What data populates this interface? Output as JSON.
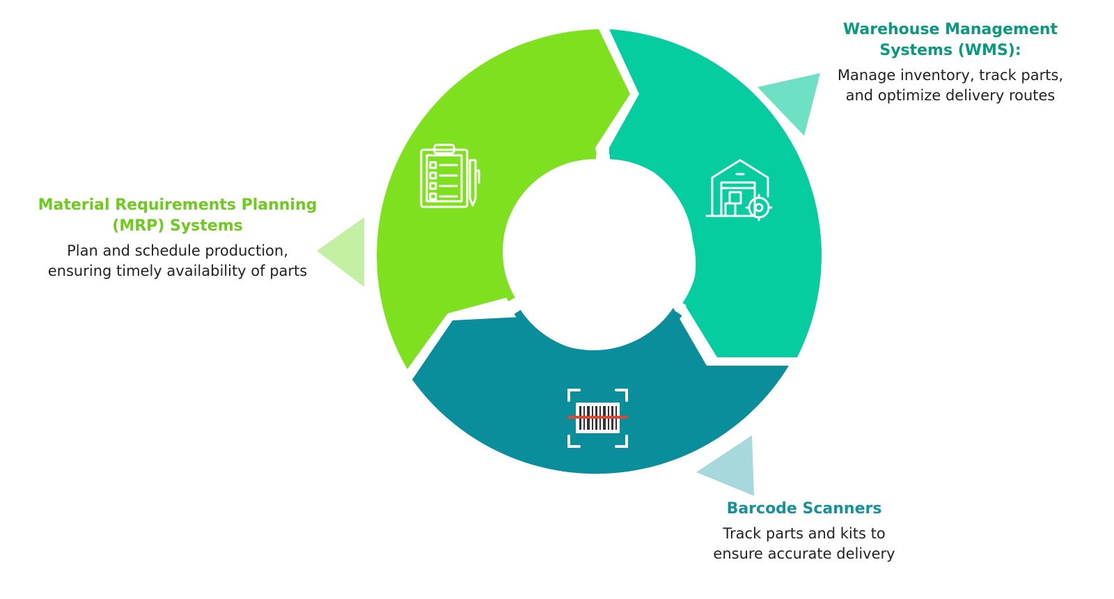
{
  "colors": {
    "mrp": "#7ee01f",
    "mrp_pointer": "#c4f0a4",
    "mrp_title": "#6ccb1c",
    "wms": "#06cda0",
    "wms_pointer": "#6ee0c4",
    "wms_title": "#079a7c",
    "barcode": "#0b8e9b",
    "barcode_pointer": "#a6d8dc",
    "barcode_title": "#14929b",
    "description": "#222222"
  },
  "segments": [
    {
      "id": "mrp",
      "title": "Material Requirements Planning\n(MRP) Systems",
      "description": "Plan and schedule production,\nensuring timely availability of parts",
      "icon": "clipboard-checklist-icon"
    },
    {
      "id": "wms",
      "title": "Warehouse Management\nSystems (WMS):",
      "description": "Manage inventory, track parts,\nand optimize delivery routes",
      "icon": "warehouse-gear-icon"
    },
    {
      "id": "barcode",
      "title": "Barcode Scanners",
      "description": "Track parts and kits to\nensure accurate delivery",
      "icon": "barcode-scanner-icon"
    }
  ]
}
